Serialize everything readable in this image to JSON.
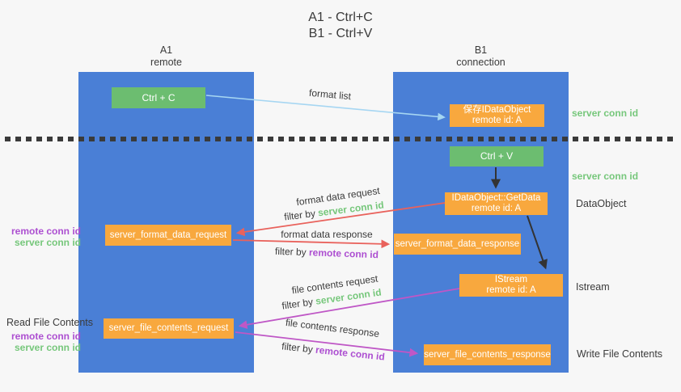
{
  "title": {
    "line1": "A1 - Ctrl+C",
    "line2": "B1 - Ctrl+V"
  },
  "lanes": {
    "remote": {
      "id": "A1",
      "name": "remote"
    },
    "connection": {
      "id": "B1",
      "name": "connection"
    }
  },
  "nodes": {
    "ctrl_c": {
      "label": "Ctrl + C"
    },
    "save_idataobject": {
      "line1": "保存IDataObject",
      "line2": "remote id: A"
    },
    "ctrl_v": {
      "label": "Ctrl + V"
    },
    "getdata": {
      "line1": "IDataObject::GetData",
      "line2": "remote id: A"
    },
    "format_request": {
      "label": "server_format_data_request"
    },
    "format_response": {
      "label": "server_format_data_response"
    },
    "istream": {
      "line1": "IStream",
      "line2": "remote id: A"
    },
    "file_request": {
      "label": "server_file_contents_request"
    },
    "file_response": {
      "label": "server_file_contents_response"
    }
  },
  "edge_labels": {
    "format_list": "format list",
    "format_data_request": "format data request",
    "format_data_response": "format data response",
    "file_contents_request": "file contents request",
    "file_contents_response": "file contents response",
    "filter_by": "filter by ",
    "server_conn_id": "server conn id",
    "remote_conn_id": "remote conn id"
  },
  "side_labels": {
    "server_conn_id_top": "server conn id",
    "server_conn_id_mid": "server conn id",
    "dataobject": "DataObject",
    "istream": "Istream",
    "write_file_contents": "Write File Contents",
    "read_file_contents": "Read File Contents",
    "remote_conn_id": "remote conn id",
    "server_conn_id": "server conn id"
  },
  "colors": {
    "lane_blue": "#4a7fd6",
    "action_green": "#6cbd70",
    "node_orange": "#f8a83e",
    "arrow_red": "#e9625c",
    "arrow_magenta": "#bf57c6",
    "arrow_light_blue": "#a6d6f2",
    "arrow_black": "#333333",
    "text_green": "#76c77b",
    "text_purple": "#ad4fd1",
    "text_dark": "#3f3f3f"
  }
}
